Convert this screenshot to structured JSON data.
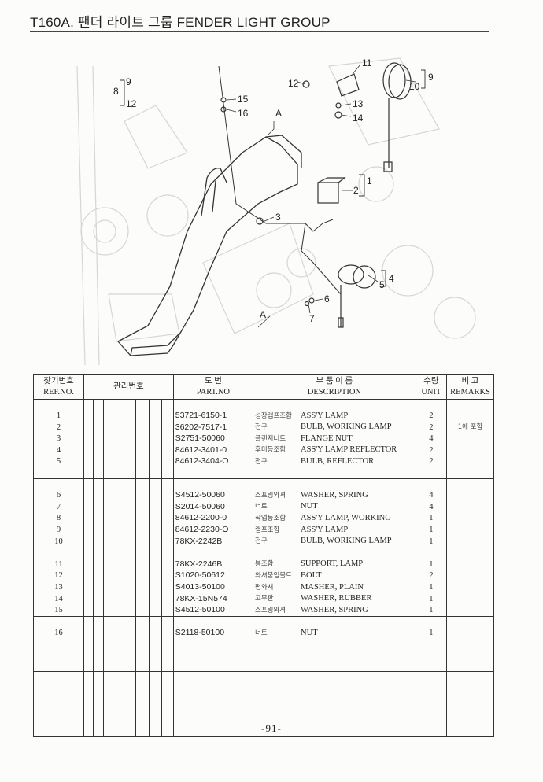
{
  "header": {
    "title": "T160A. 팬더 라이트 그룹 FENDER LIGHT GROUP"
  },
  "diagram": {
    "callouts": [
      "1",
      "2",
      "3",
      "4",
      "5",
      "6",
      "7",
      "8",
      "9",
      "12",
      "9",
      "10",
      "11",
      "12",
      "13",
      "14",
      "15",
      "16",
      "A",
      "A"
    ]
  },
  "table": {
    "headers": {
      "ref_kr": "찾기번호",
      "ref_en": "REF.NO.",
      "mgmt_kr": "관리번호",
      "part_kr": "도 번",
      "part_en": "PART.NO",
      "desc_kr": "부 품 이 름",
      "desc_en": "DESCRIPTION",
      "unit_kr": "수량",
      "unit_en": "UNIT",
      "rem_kr": "비 고",
      "rem_en": "REMARKS"
    },
    "groups": [
      [
        {
          "ref": "1",
          "part": "53721-6150-1",
          "kr": "성장램프조합",
          "desc": "ASS'Y LAMP",
          "unit": "2",
          "remarks": ""
        },
        {
          "ref": "2",
          "part": "36202-7517-1",
          "kr": "전구",
          "desc": "BULB, WORKING LAMP",
          "unit": "2",
          "remarks": "1에 포함"
        },
        {
          "ref": "3",
          "part": "S2751-50060",
          "kr": "플랜지너트",
          "desc": "FLANGE NUT",
          "unit": "4",
          "remarks": ""
        },
        {
          "ref": "4",
          "part": "84612-3401-0",
          "kr": "후미등조합",
          "desc": "ASS'Y LAMP REFLECTOR",
          "unit": "2",
          "remarks": ""
        },
        {
          "ref": "5",
          "part": "84612-3404-O",
          "kr": "전구",
          "desc": "BULB, REFLECTOR",
          "unit": "2",
          "remarks": ""
        }
      ],
      [
        {
          "ref": "6",
          "part": "S4512-50060",
          "kr": "스프링와셔",
          "desc": "WASHER, SPRING",
          "unit": "4",
          "remarks": ""
        },
        {
          "ref": "7",
          "part": "S2014-50060",
          "kr": "너트",
          "desc": "NUT",
          "unit": "4",
          "remarks": ""
        },
        {
          "ref": "8",
          "part": "84612-2200-0",
          "kr": "작업등조합",
          "desc": "ASS'Y LAMP, WORKING",
          "unit": "1",
          "remarks": ""
        },
        {
          "ref": "9",
          "part": "84612-2230-O",
          "kr": "램프조합",
          "desc": "ASS'Y LAMP",
          "unit": "1",
          "remarks": ""
        },
        {
          "ref": "10",
          "part": "78KX-2242B",
          "kr": "전구",
          "desc": "BULB, WORKING LAMP",
          "unit": "1",
          "remarks": ""
        }
      ],
      [
        {
          "ref": "11",
          "part": "78KX-2246B",
          "kr": "봉조합",
          "desc": "SUPPORT, LAMP",
          "unit": "1",
          "remarks": ""
        },
        {
          "ref": "12",
          "part": "S1020-50612",
          "kr": "와셔붙임볼트",
          "desc": "BOLT",
          "unit": "2",
          "remarks": ""
        },
        {
          "ref": "13",
          "part": "S4013-50100",
          "kr": "평와셔",
          "desc": "MASHER, PLAIN",
          "unit": "1",
          "remarks": ""
        },
        {
          "ref": "14",
          "part": "78KX-15N574",
          "kr": "고무판",
          "desc": "WASHER, RUBBER",
          "unit": "1",
          "remarks": ""
        },
        {
          "ref": "15",
          "part": "S4512-50100",
          "kr": "스프링와셔",
          "desc": "WASHER, SPRING",
          "unit": "1",
          "remarks": ""
        }
      ],
      [
        {
          "ref": "16",
          "part": "S2118-50100",
          "kr": "너트",
          "desc": "NUT",
          "unit": "1",
          "remarks": ""
        }
      ]
    ]
  },
  "footer": {
    "page": "-91-"
  }
}
